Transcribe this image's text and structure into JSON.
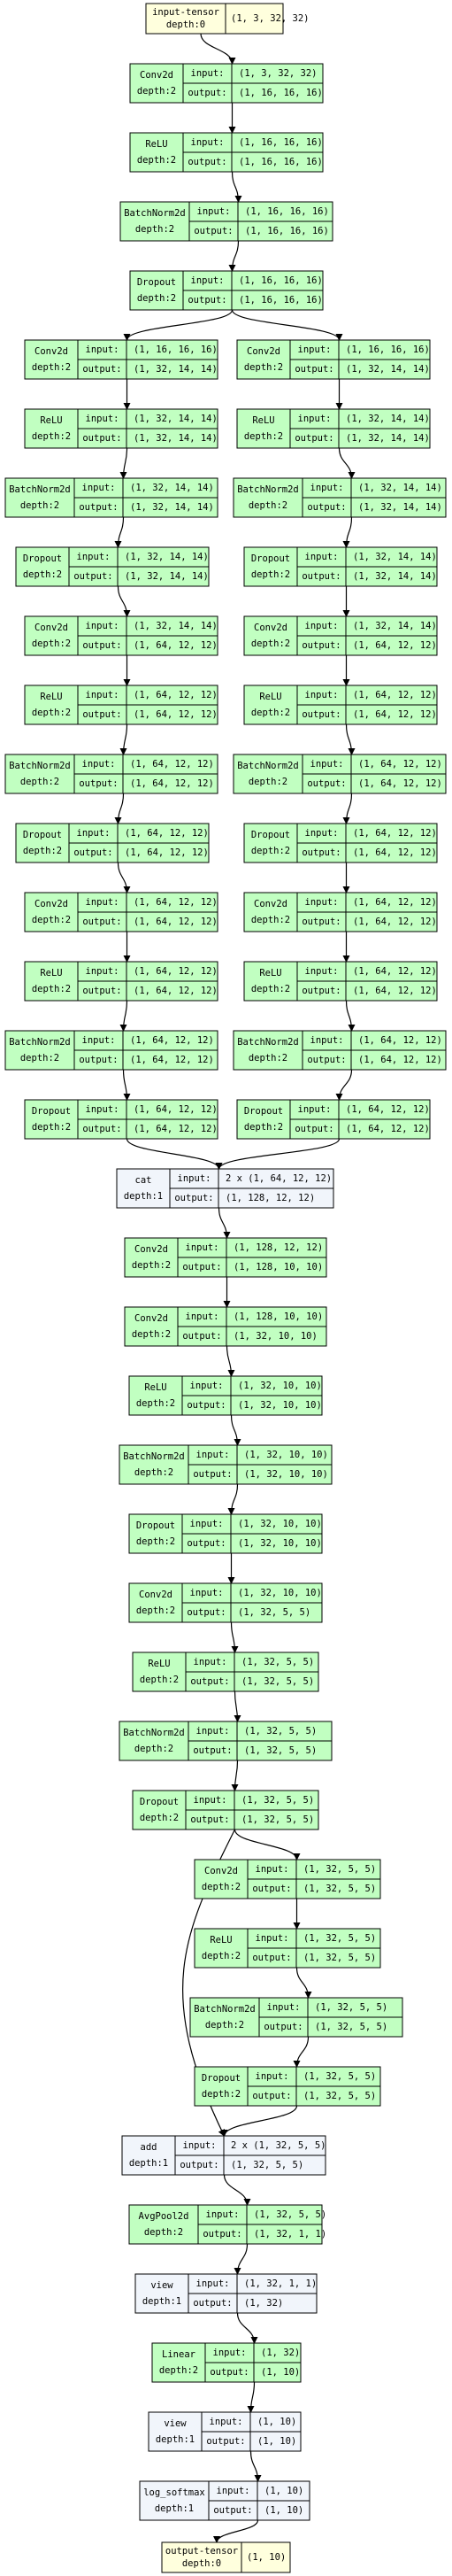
{
  "colors": {
    "tensor_fill": "#ffffdd",
    "module_fill": "#c1ffc1",
    "function_fill": "#f1f5fb",
    "border": "#000000",
    "edge": "#000000"
  },
  "labels": {
    "input": "input:",
    "output": "output:"
  },
  "nodes": [
    {
      "id": "n0",
      "kind": "tensor",
      "name": "input-tensor",
      "depth": "depth:0",
      "value": "(1, 3, 32, 32)"
    },
    {
      "id": "n1",
      "kind": "module",
      "name": "Conv2d",
      "depth": "depth:2",
      "input": "(1, 3, 32, 32)",
      "output": "(1, 16, 16, 16)"
    },
    {
      "id": "n2",
      "kind": "module",
      "name": "ReLU",
      "depth": "depth:2",
      "input": "(1, 16, 16, 16)",
      "output": "(1, 16, 16, 16)"
    },
    {
      "id": "n3",
      "kind": "module",
      "name": "BatchNorm2d",
      "depth": "depth:2",
      "input": "(1, 16, 16, 16)",
      "output": "(1, 16, 16, 16)"
    },
    {
      "id": "n4",
      "kind": "module",
      "name": "Dropout",
      "depth": "depth:2",
      "input": "(1, 16, 16, 16)",
      "output": "(1, 16, 16, 16)"
    },
    {
      "id": "l1",
      "kind": "module",
      "name": "Conv2d",
      "depth": "depth:2",
      "input": "(1, 16, 16, 16)",
      "output": "(1, 32, 14, 14)"
    },
    {
      "id": "l2",
      "kind": "module",
      "name": "ReLU",
      "depth": "depth:2",
      "input": "(1, 32, 14, 14)",
      "output": "(1, 32, 14, 14)"
    },
    {
      "id": "l3",
      "kind": "module",
      "name": "BatchNorm2d",
      "depth": "depth:2",
      "input": "(1, 32, 14, 14)",
      "output": "(1, 32, 14, 14)"
    },
    {
      "id": "l4",
      "kind": "module",
      "name": "Dropout",
      "depth": "depth:2",
      "input": "(1, 32, 14, 14)",
      "output": "(1, 32, 14, 14)"
    },
    {
      "id": "l5",
      "kind": "module",
      "name": "Conv2d",
      "depth": "depth:2",
      "input": "(1, 32, 14, 14)",
      "output": "(1, 64, 12, 12)"
    },
    {
      "id": "l6",
      "kind": "module",
      "name": "ReLU",
      "depth": "depth:2",
      "input": "(1, 64, 12, 12)",
      "output": "(1, 64, 12, 12)"
    },
    {
      "id": "l7",
      "kind": "module",
      "name": "BatchNorm2d",
      "depth": "depth:2",
      "input": "(1, 64, 12, 12)",
      "output": "(1, 64, 12, 12)"
    },
    {
      "id": "l8",
      "kind": "module",
      "name": "Dropout",
      "depth": "depth:2",
      "input": "(1, 64, 12, 12)",
      "output": "(1, 64, 12, 12)"
    },
    {
      "id": "l9",
      "kind": "module",
      "name": "Conv2d",
      "depth": "depth:2",
      "input": "(1, 64, 12, 12)",
      "output": "(1, 64, 12, 12)"
    },
    {
      "id": "l10",
      "kind": "module",
      "name": "ReLU",
      "depth": "depth:2",
      "input": "(1, 64, 12, 12)",
      "output": "(1, 64, 12, 12)"
    },
    {
      "id": "l11",
      "kind": "module",
      "name": "BatchNorm2d",
      "depth": "depth:2",
      "input": "(1, 64, 12, 12)",
      "output": "(1, 64, 12, 12)"
    },
    {
      "id": "l12",
      "kind": "module",
      "name": "Dropout",
      "depth": "depth:2",
      "input": "(1, 64, 12, 12)",
      "output": "(1, 64, 12, 12)"
    },
    {
      "id": "r1",
      "kind": "module",
      "name": "Conv2d",
      "depth": "depth:2",
      "input": "(1, 16, 16, 16)",
      "output": "(1, 32, 14, 14)"
    },
    {
      "id": "r2",
      "kind": "module",
      "name": "ReLU",
      "depth": "depth:2",
      "input": "(1, 32, 14, 14)",
      "output": "(1, 32, 14, 14)"
    },
    {
      "id": "r3",
      "kind": "module",
      "name": "BatchNorm2d",
      "depth": "depth:2",
      "input": "(1, 32, 14, 14)",
      "output": "(1, 32, 14, 14)"
    },
    {
      "id": "r4",
      "kind": "module",
      "name": "Dropout",
      "depth": "depth:2",
      "input": "(1, 32, 14, 14)",
      "output": "(1, 32, 14, 14)"
    },
    {
      "id": "r5",
      "kind": "module",
      "name": "Conv2d",
      "depth": "depth:2",
      "input": "(1, 32, 14, 14)",
      "output": "(1, 64, 12, 12)"
    },
    {
      "id": "r6",
      "kind": "module",
      "name": "ReLU",
      "depth": "depth:2",
      "input": "(1, 64, 12, 12)",
      "output": "(1, 64, 12, 12)"
    },
    {
      "id": "r7",
      "kind": "module",
      "name": "BatchNorm2d",
      "depth": "depth:2",
      "input": "(1, 64, 12, 12)",
      "output": "(1, 64, 12, 12)"
    },
    {
      "id": "r8",
      "kind": "module",
      "name": "Dropout",
      "depth": "depth:2",
      "input": "(1, 64, 12, 12)",
      "output": "(1, 64, 12, 12)"
    },
    {
      "id": "r9",
      "kind": "module",
      "name": "Conv2d",
      "depth": "depth:2",
      "input": "(1, 64, 12, 12)",
      "output": "(1, 64, 12, 12)"
    },
    {
      "id": "r10",
      "kind": "module",
      "name": "ReLU",
      "depth": "depth:2",
      "input": "(1, 64, 12, 12)",
      "output": "(1, 64, 12, 12)"
    },
    {
      "id": "r11",
      "kind": "module",
      "name": "BatchNorm2d",
      "depth": "depth:2",
      "input": "(1, 64, 12, 12)",
      "output": "(1, 64, 12, 12)"
    },
    {
      "id": "r12",
      "kind": "module",
      "name": "Dropout",
      "depth": "depth:2",
      "input": "(1, 64, 12, 12)",
      "output": "(1, 64, 12, 12)"
    },
    {
      "id": "cat",
      "kind": "function",
      "name": "cat",
      "depth": "depth:1",
      "input": "2 x (1, 64, 12, 12)",
      "output": "(1, 128, 12, 12)"
    },
    {
      "id": "c1",
      "kind": "module",
      "name": "Conv2d",
      "depth": "depth:2",
      "input": "(1, 128, 12, 12)",
      "output": "(1, 128, 10, 10)"
    },
    {
      "id": "c2",
      "kind": "module",
      "name": "Conv2d",
      "depth": "depth:2",
      "input": "(1, 128, 10, 10)",
      "output": "(1, 32, 10, 10)"
    },
    {
      "id": "c3",
      "kind": "module",
      "name": "ReLU",
      "depth": "depth:2",
      "input": "(1, 32, 10, 10)",
      "output": "(1, 32, 10, 10)"
    },
    {
      "id": "c4",
      "kind": "module",
      "name": "BatchNorm2d",
      "depth": "depth:2",
      "input": "(1, 32, 10, 10)",
      "output": "(1, 32, 10, 10)"
    },
    {
      "id": "c5",
      "kind": "module",
      "name": "Dropout",
      "depth": "depth:2",
      "input": "(1, 32, 10, 10)",
      "output": "(1, 32, 10, 10)"
    },
    {
      "id": "c6",
      "kind": "module",
      "name": "Conv2d",
      "depth": "depth:2",
      "input": "(1, 32, 10, 10)",
      "output": "(1, 32, 5, 5)"
    },
    {
      "id": "c7",
      "kind": "module",
      "name": "ReLU",
      "depth": "depth:2",
      "input": "(1, 32, 5, 5)",
      "output": "(1, 32, 5, 5)"
    },
    {
      "id": "c8",
      "kind": "module",
      "name": "BatchNorm2d",
      "depth": "depth:2",
      "input": "(1, 32, 5, 5)",
      "output": "(1, 32, 5, 5)"
    },
    {
      "id": "c9",
      "kind": "module",
      "name": "Dropout",
      "depth": "depth:2",
      "input": "(1, 32, 5, 5)",
      "output": "(1, 32, 5, 5)"
    },
    {
      "id": "s1",
      "kind": "module",
      "name": "Conv2d",
      "depth": "depth:2",
      "input": "(1, 32, 5, 5)",
      "output": "(1, 32, 5, 5)"
    },
    {
      "id": "s2",
      "kind": "module",
      "name": "ReLU",
      "depth": "depth:2",
      "input": "(1, 32, 5, 5)",
      "output": "(1, 32, 5, 5)"
    },
    {
      "id": "s3",
      "kind": "module",
      "name": "BatchNorm2d",
      "depth": "depth:2",
      "input": "(1, 32, 5, 5)",
      "output": "(1, 32, 5, 5)"
    },
    {
      "id": "s4",
      "kind": "module",
      "name": "Dropout",
      "depth": "depth:2",
      "input": "(1, 32, 5, 5)",
      "output": "(1, 32, 5, 5)"
    },
    {
      "id": "add",
      "kind": "function",
      "name": "add",
      "depth": "depth:1",
      "input": "2 x (1, 32, 5, 5)",
      "output": "(1, 32, 5, 5)"
    },
    {
      "id": "p1",
      "kind": "module",
      "name": "AvgPool2d",
      "depth": "depth:2",
      "input": "(1, 32, 5, 5)",
      "output": "(1, 32, 1, 1)"
    },
    {
      "id": "v1",
      "kind": "function",
      "name": "view",
      "depth": "depth:1",
      "input": "(1, 32, 1, 1)",
      "output": "(1, 32)"
    },
    {
      "id": "lin",
      "kind": "module",
      "name": "Linear",
      "depth": "depth:2",
      "input": "(1, 32)",
      "output": "(1, 10)"
    },
    {
      "id": "v2",
      "kind": "function",
      "name": "view",
      "depth": "depth:1",
      "input": "(1, 10)",
      "output": "(1, 10)"
    },
    {
      "id": "ls",
      "kind": "function",
      "name": "log_softmax",
      "depth": "depth:1",
      "input": "(1, 10)",
      "output": "(1, 10)"
    },
    {
      "id": "out",
      "kind": "tensor",
      "name": "output-tensor",
      "depth": "depth:0",
      "value": "(1, 10)"
    }
  ],
  "edges": [
    [
      "n0",
      "n1"
    ],
    [
      "n1",
      "n2"
    ],
    [
      "n2",
      "n3"
    ],
    [
      "n3",
      "n4"
    ],
    [
      "n4",
      "l1"
    ],
    [
      "n4",
      "r1"
    ],
    [
      "l1",
      "l2"
    ],
    [
      "l2",
      "l3"
    ],
    [
      "l3",
      "l4"
    ],
    [
      "l4",
      "l5"
    ],
    [
      "l5",
      "l6"
    ],
    [
      "l6",
      "l7"
    ],
    [
      "l7",
      "l8"
    ],
    [
      "l8",
      "l9"
    ],
    [
      "l9",
      "l10"
    ],
    [
      "l10",
      "l11"
    ],
    [
      "l11",
      "l12"
    ],
    [
      "r1",
      "r2"
    ],
    [
      "r2",
      "r3"
    ],
    [
      "r3",
      "r4"
    ],
    [
      "r4",
      "r5"
    ],
    [
      "r5",
      "r6"
    ],
    [
      "r6",
      "r7"
    ],
    [
      "r7",
      "r8"
    ],
    [
      "r8",
      "r9"
    ],
    [
      "r9",
      "r10"
    ],
    [
      "r10",
      "r11"
    ],
    [
      "r11",
      "r12"
    ],
    [
      "l12",
      "cat"
    ],
    [
      "r12",
      "cat"
    ],
    [
      "cat",
      "c1"
    ],
    [
      "c1",
      "c2"
    ],
    [
      "c2",
      "c3"
    ],
    [
      "c3",
      "c4"
    ],
    [
      "c4",
      "c5"
    ],
    [
      "c5",
      "c6"
    ],
    [
      "c6",
      "c7"
    ],
    [
      "c7",
      "c8"
    ],
    [
      "c8",
      "c9"
    ],
    [
      "c9",
      "s1"
    ],
    [
      "s1",
      "s2"
    ],
    [
      "s2",
      "s3"
    ],
    [
      "s3",
      "s4"
    ],
    [
      "c9",
      "add"
    ],
    [
      "s4",
      "add"
    ],
    [
      "add",
      "p1"
    ],
    [
      "p1",
      "v1"
    ],
    [
      "v1",
      "lin"
    ],
    [
      "lin",
      "v2"
    ],
    [
      "v2",
      "ls"
    ],
    [
      "ls",
      "out"
    ]
  ]
}
